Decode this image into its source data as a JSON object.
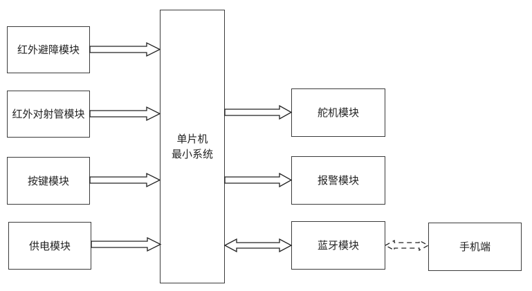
{
  "diagram": {
    "title": "",
    "center": {
      "line1": "单片机",
      "line2": "最小系统"
    },
    "inputs": [
      {
        "label": "红外避障模块"
      },
      {
        "label": "红外对射管模块"
      },
      {
        "label": "按键模块"
      },
      {
        "label": "供电模块"
      }
    ],
    "outputs": [
      {
        "label": "舵机模块"
      },
      {
        "label": "报警模块"
      },
      {
        "label": "蓝牙模块"
      }
    ],
    "external": {
      "label": "手机端"
    },
    "connections": [
      {
        "from": "红外避障模块",
        "to": "单片机最小系统",
        "type": "one-way"
      },
      {
        "from": "红外对射管模块",
        "to": "单片机最小系统",
        "type": "one-way"
      },
      {
        "from": "按键模块",
        "to": "单片机最小系统",
        "type": "one-way"
      },
      {
        "from": "供电模块",
        "to": "单片机最小系统",
        "type": "one-way"
      },
      {
        "from": "单片机最小系统",
        "to": "舵机模块",
        "type": "one-way"
      },
      {
        "from": "单片机最小系统",
        "to": "报警模块",
        "type": "one-way"
      },
      {
        "from": "单片机最小系统",
        "to": "蓝牙模块",
        "type": "two-way"
      },
      {
        "from": "蓝牙模块",
        "to": "手机端",
        "type": "two-way-wireless-dashed"
      }
    ]
  }
}
